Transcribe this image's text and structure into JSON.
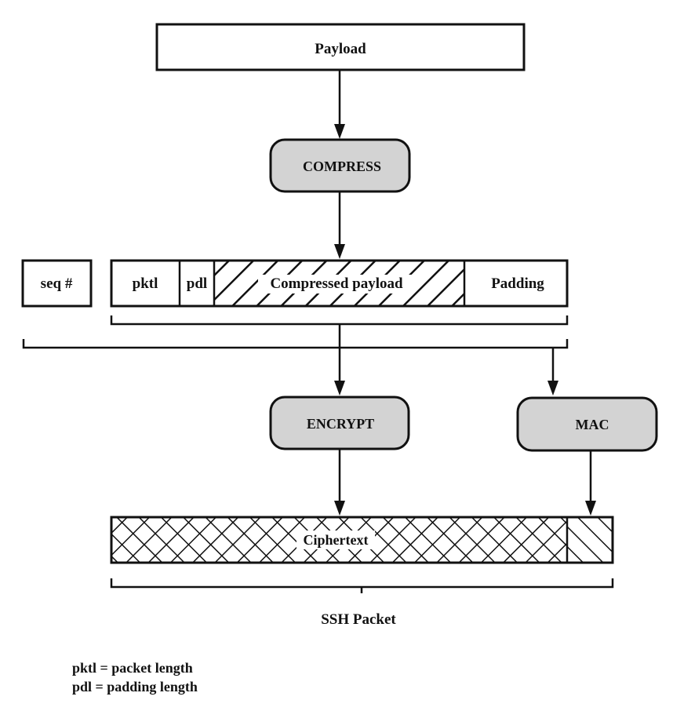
{
  "diagram": {
    "payload_label": "Payload",
    "compress_label": "COMPRESS",
    "seq_label": "seq #",
    "packet_fields": {
      "pktl": "pktl",
      "pdl": "pdl",
      "compressed_payload": "Compressed payload",
      "padding": "Padding"
    },
    "encrypt_label": "ENCRYPT",
    "mac_label": "MAC",
    "ciphertext_label": "Ciphertext",
    "ssh_packet_label": "SSH Packet",
    "legend": [
      "pktl = packet length",
      "pdl = padding length"
    ],
    "colors": {
      "stroke": "#111111",
      "process_fill": "#d3d3d3",
      "background": "#ffffff"
    }
  }
}
